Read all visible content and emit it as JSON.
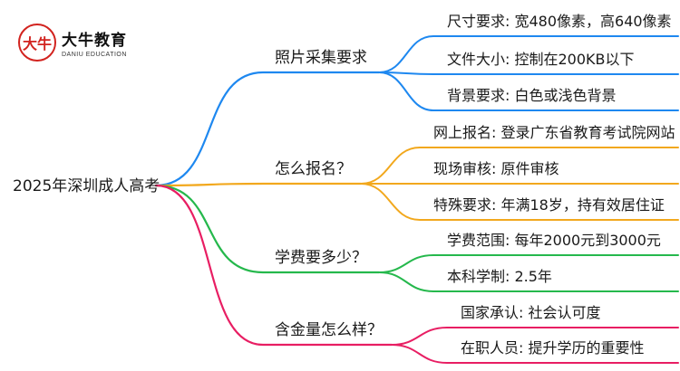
{
  "logo": {
    "mark": "大牛",
    "name_cn": "大牛教育",
    "name_en": "DANIU EDUCATION"
  },
  "root": "2025年深圳成人高考",
  "branches": [
    {
      "label": "照片采集要求",
      "color": "#1e88f0",
      "leaves": [
        "尺寸要求: 宽480像素，高640像素",
        "文件大小: 控制在200KB以下",
        "背景要求: 白色或浅色背景"
      ]
    },
    {
      "label": "怎么报名？",
      "color": "#f2a81d",
      "leaves": [
        "网上报名: 登录广东省教育考试院网站",
        "现场审核: 原件审核",
        "特殊要求: 年满18岁，持有效居住证"
      ]
    },
    {
      "label": "学费要多少？",
      "color": "#25b84c",
      "leaves": [
        "学费范围: 每年2000元到3000元",
        "本科学制: 2.5年"
      ]
    },
    {
      "label": "含金量怎么样？",
      "color": "#e81e63",
      "leaves": [
        "国家承认: 社会认可度",
        "在职人员: 提升学历的重要性"
      ]
    }
  ]
}
